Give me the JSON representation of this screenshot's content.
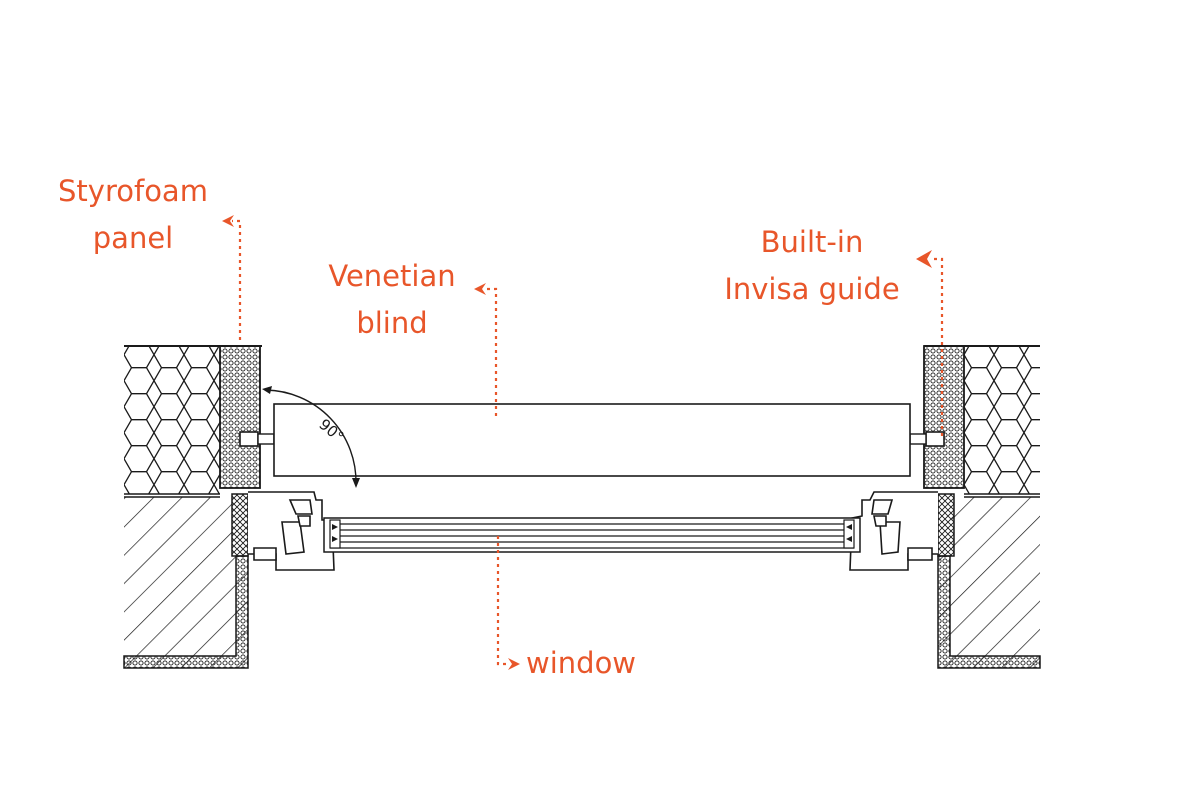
{
  "labels": {
    "styrofoam": [
      "Styrofoam",
      "panel"
    ],
    "venetian": [
      "Venetian",
      "blind"
    ],
    "guide": [
      "Built-in",
      "Invisa guide"
    ],
    "window": "window"
  },
  "angle_text": "90°",
  "colors": {
    "accent": "#e8562a",
    "line": "#1a1a1a",
    "background": "#ffffff"
  }
}
